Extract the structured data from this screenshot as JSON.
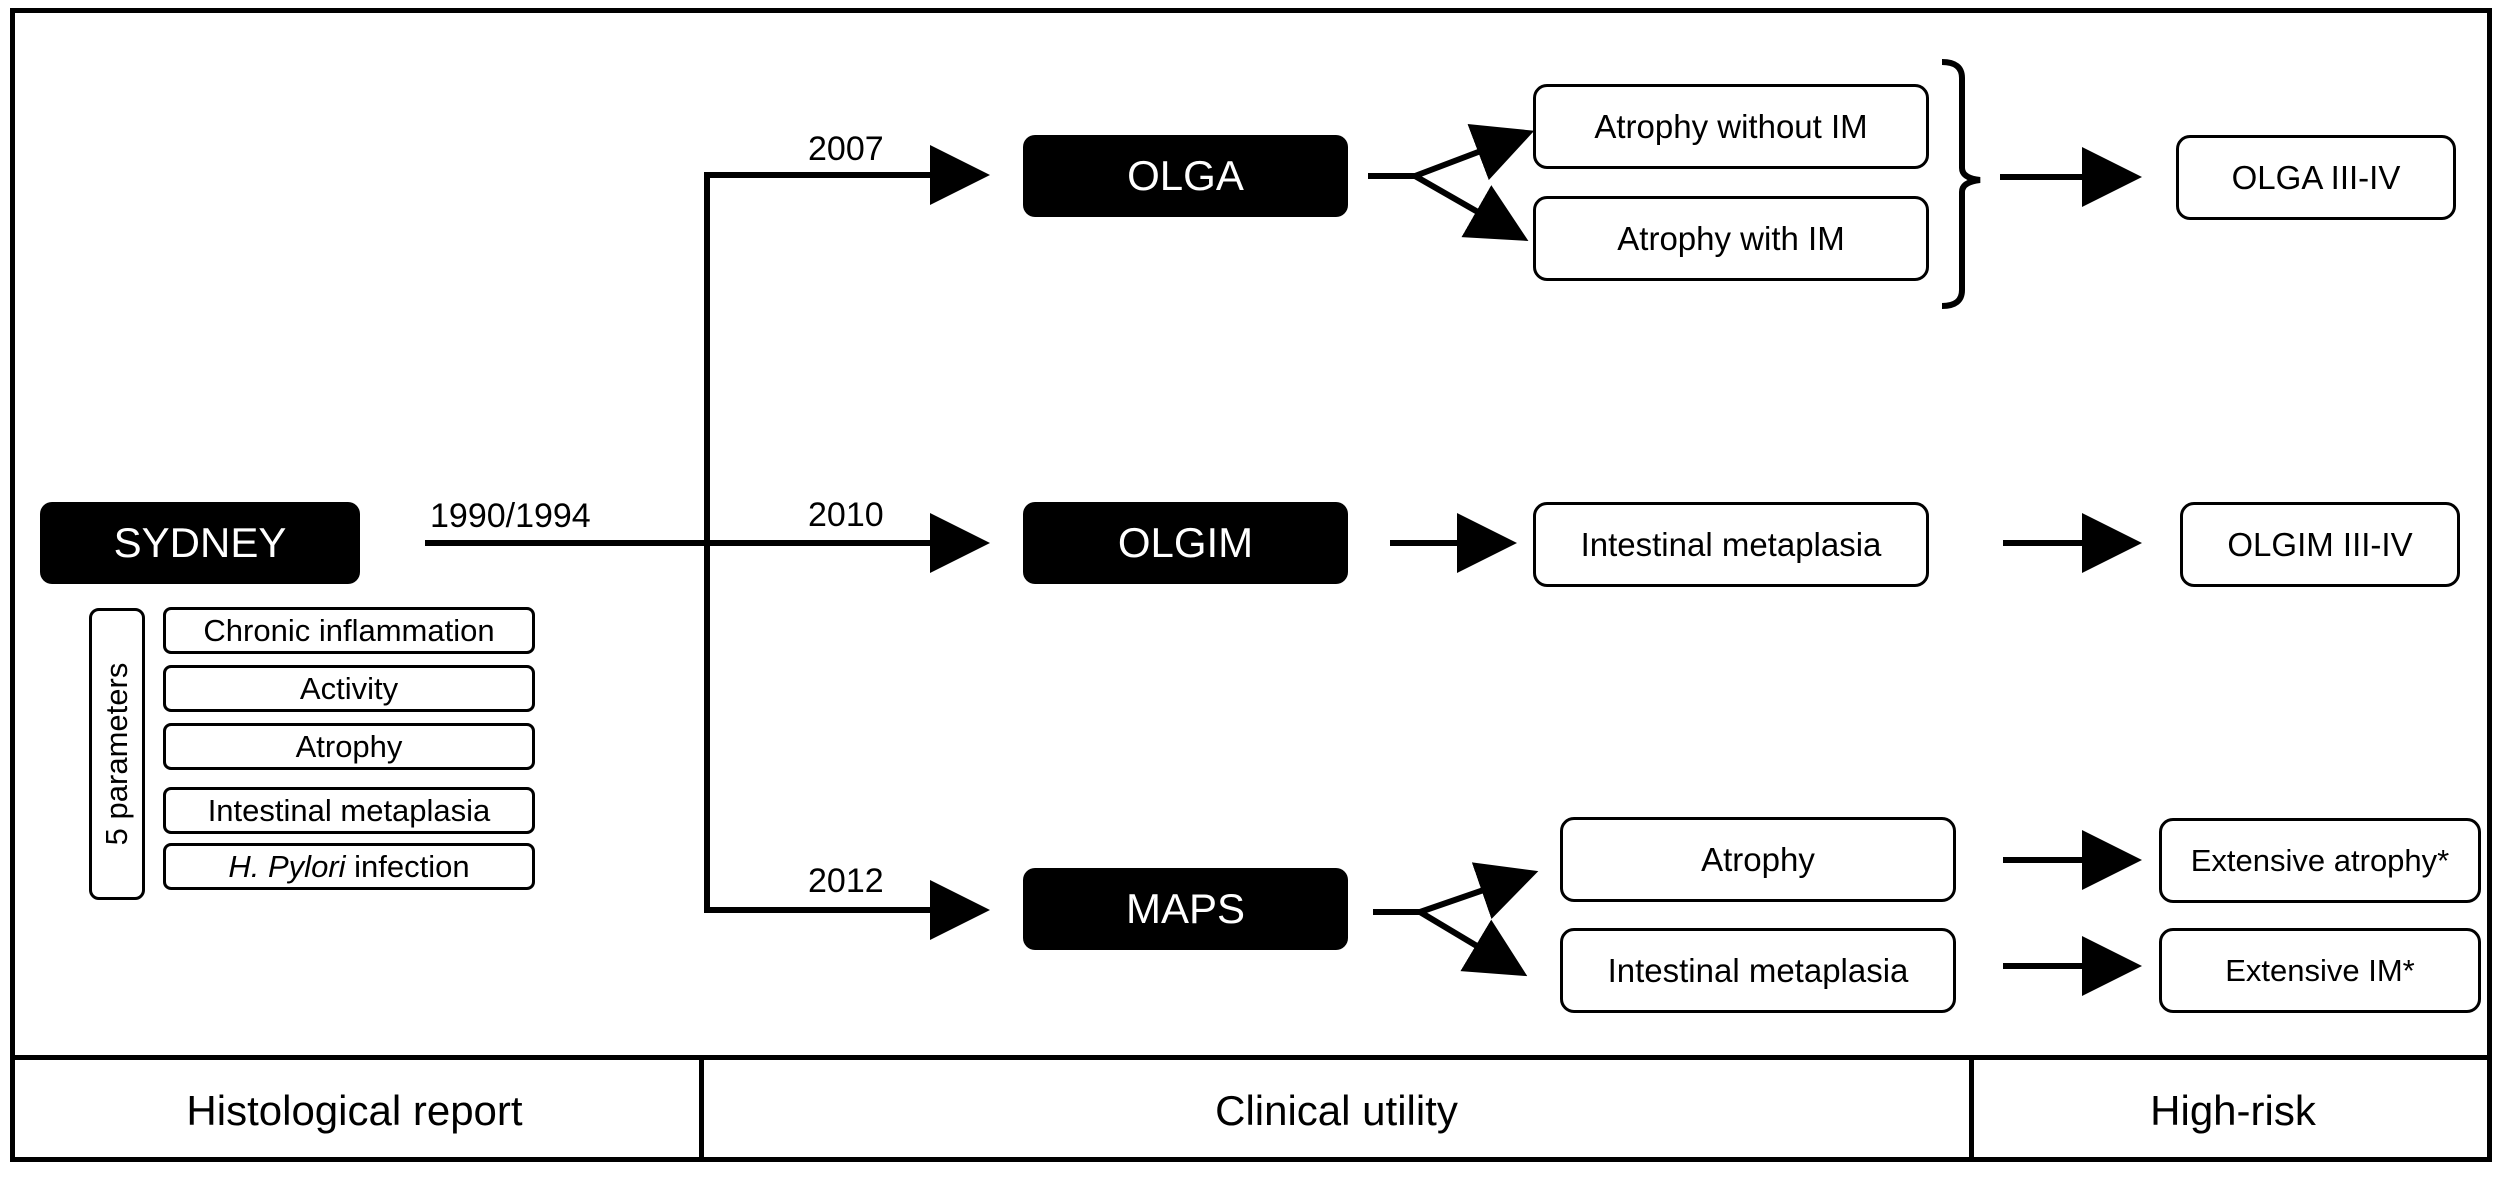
{
  "root": {
    "label": "SYDNEY",
    "years": "1990/1994"
  },
  "parameters": {
    "title": "5 parameters",
    "items": [
      {
        "label": "Chronic inflammation"
      },
      {
        "label": "Activity"
      },
      {
        "label": "Atrophy"
      },
      {
        "label": "Intestinal metaplasia"
      },
      {
        "italic": "H. Pylori",
        "rest": " infection"
      }
    ]
  },
  "systems": [
    {
      "year": "2007",
      "label": "OLGA",
      "outcomes": [
        "Atrophy without IM",
        "Atrophy with IM"
      ],
      "high_risk": "OLGA III-IV"
    },
    {
      "year": "2010",
      "label": "OLGIM",
      "outcomes": [
        "Intestinal metaplasia"
      ],
      "high_risk": "OLGIM III-IV"
    },
    {
      "year": "2012",
      "label": "MAPS",
      "outcomes": [
        "Atrophy",
        "Intestinal metaplasia"
      ],
      "high_risk": [
        "Extensive atrophy*",
        "Extensive IM*"
      ]
    }
  ],
  "footer": {
    "col1": "Histological report",
    "col2": "Clinical utility",
    "col3": "High-risk"
  }
}
